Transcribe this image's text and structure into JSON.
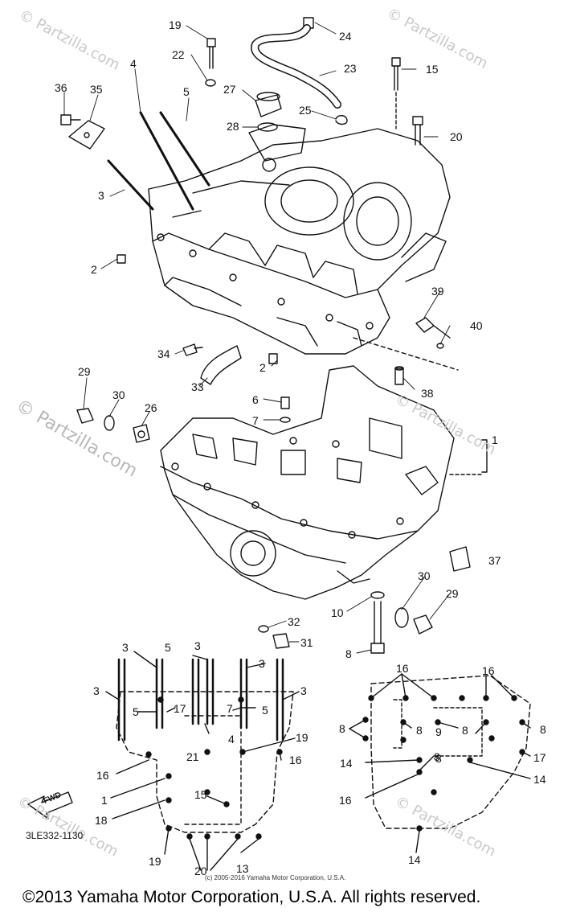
{
  "watermarks": {
    "top_left": "© Partzilla.com",
    "top_right": "© Partzilla.com",
    "mid_left": "© Partzilla.com",
    "mid_right": "© Partzilla.com",
    "bottom_left": "© Partzilla.com",
    "bottom_right": "© Partzilla.com"
  },
  "callouts": {
    "c19a": "19",
    "c24": "24",
    "c22": "22",
    "c23": "23",
    "c4": "4",
    "c15a": "15",
    "c36": "36",
    "c35": "35",
    "c5a": "5",
    "c27": "27",
    "c25": "25",
    "c28": "28",
    "c20a": "20",
    "c3a": "3",
    "c2a": "2",
    "c39": "39",
    "c40": "40",
    "c34": "34",
    "c2b": "2",
    "c29a": "29",
    "c38": "38",
    "c33": "33",
    "c30a": "30",
    "c6": "6",
    "c26": "26",
    "c7": "7",
    "c1a": "1",
    "c37": "37",
    "c30b": "30",
    "c29b": "29",
    "c10": "10",
    "c32": "32",
    "c31": "31",
    "c8a": "8"
  },
  "lower_left": {
    "labels": [
      "3",
      "5",
      "3",
      "3",
      "3",
      "3",
      "5",
      "17",
      "7",
      "5",
      "4",
      "19",
      "16",
      "21",
      "16",
      "1",
      "15",
      "18",
      "19",
      "20",
      "13"
    ]
  },
  "lower_right": {
    "labels": [
      "16",
      "16",
      "8",
      "8",
      "9",
      "8",
      "8",
      "8",
      "17",
      "14",
      "8",
      "14",
      "16",
      "14"
    ]
  },
  "fwd_arrow": "FWD",
  "diagram_code": "3LE332-1130",
  "fine_print": "(c) 2005-2016 Yamaha Motor Corporation, U.S.A.",
  "copyright": "©2013 Yamaha Motor Corporation, U.S.A. All rights reserved."
}
